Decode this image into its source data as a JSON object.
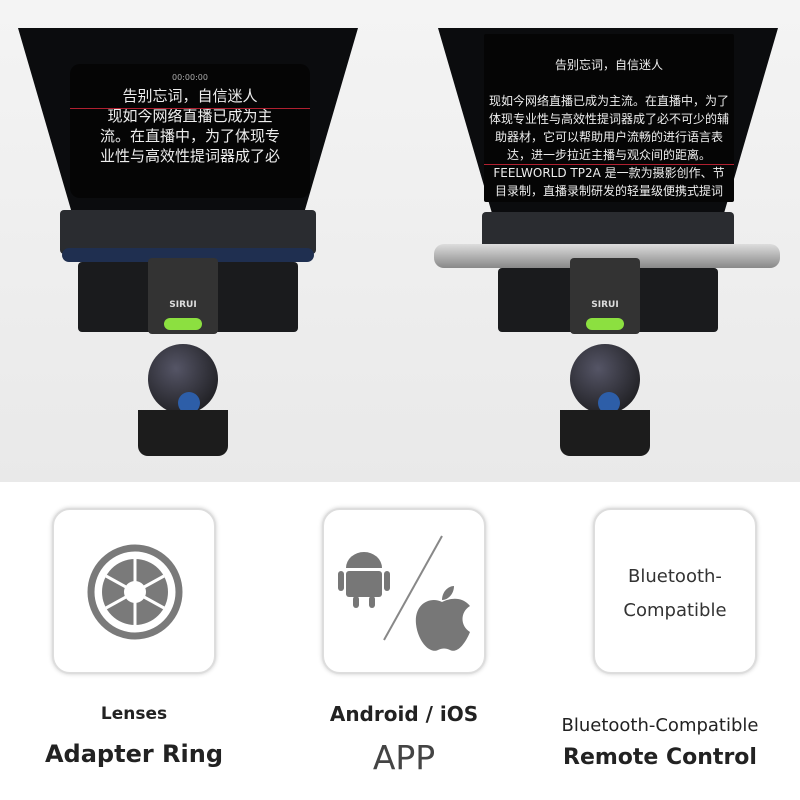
{
  "left_unit": {
    "timer": "00:00:00",
    "lines": [
      "告别忘词，自信迷人",
      "现如今网络直播已成为主",
      "流。在直播中，为了体现专",
      "业性与高效性提词器成了必"
    ],
    "brand": "SIRUI"
  },
  "right_unit": {
    "lines": [
      "告别忘词，自信迷人",
      "",
      "现如今网络直播已成为主流。在直播中，为了",
      "体现专业性与高效性提词器成了必不可少的辅",
      "助器材，它可以帮助用户流畅的进行语言表",
      "达，进一步拉近主播与观众间的距离。",
      "FEELWORLD TP2A 是一款为摄影创作、节",
      "目录制，直播录制研发的轻量级便携式提词"
    ],
    "brand": "SIRUI"
  },
  "features": [
    {
      "icon": "aperture-icon",
      "line1": "Lenses",
      "line2": "Adapter Ring"
    },
    {
      "icon": "android-apple-icon",
      "line1": "Android / iOS",
      "line2": "APP"
    },
    {
      "icon_text": "Bluetooth-\nCompatible",
      "line1": "Bluetooth-Compatible",
      "line2": "Remote Control"
    }
  ],
  "colors": {
    "level": "#8ce040",
    "knob": "#2d5ea8",
    "text_dark": "#222222"
  }
}
